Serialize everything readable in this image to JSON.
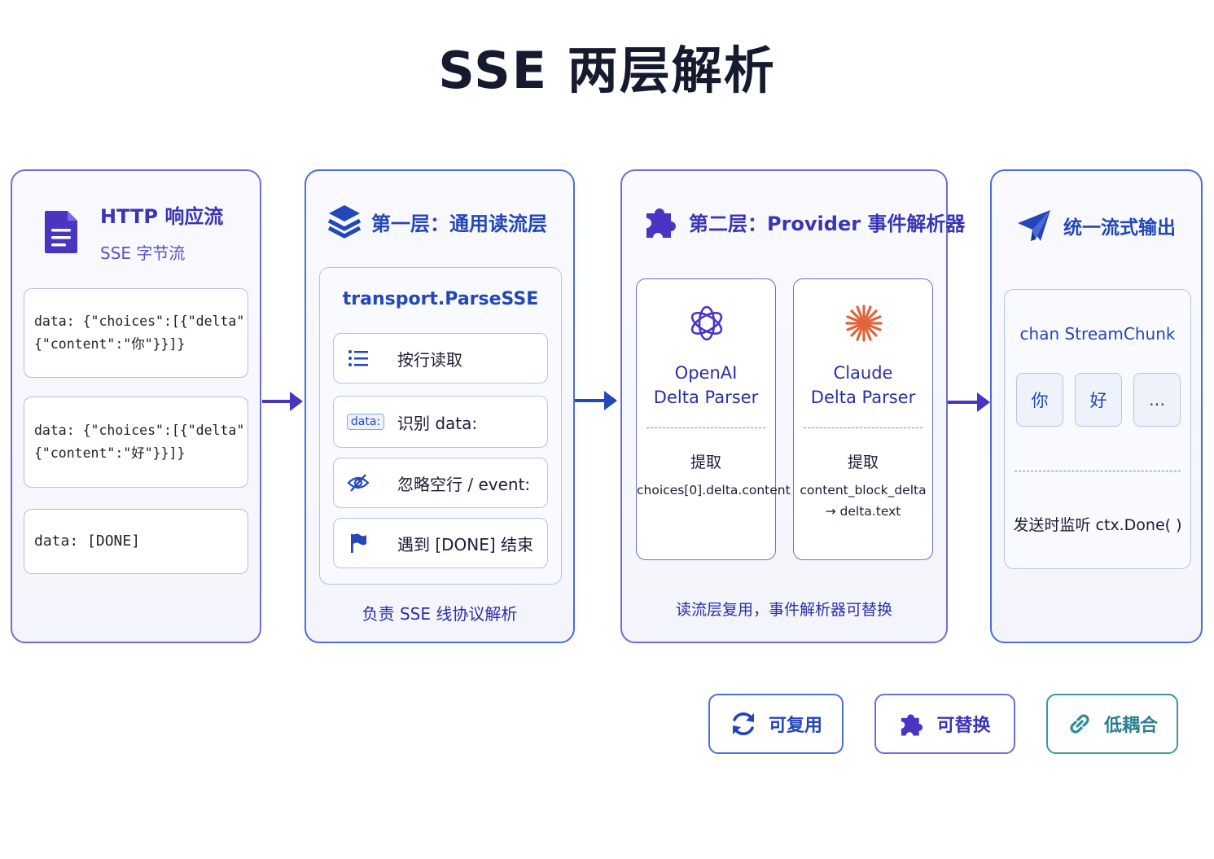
{
  "title": "SSE 两层解析",
  "http": {
    "title": "HTTP 响应流",
    "subtitle": "SSE 字节流",
    "chunks": [
      {
        "line1": "data: {\"choices\":[{\"delta\":",
        "line2": "{\"content\":\"你\"}}]}"
      },
      {
        "line1": "data: {\"choices\":[{\"delta\":",
        "line2": "{\"content\":\"好\"}}]}"
      },
      {
        "line1": "data: [DONE]"
      }
    ]
  },
  "layer1": {
    "title": "第一层：通用读流层",
    "func": "transport.ParseSSE",
    "data_badge": "data:",
    "steps": [
      "按行读取",
      "识别 data:",
      "忽略空行 / event:",
      "遇到 [DONE] 结束"
    ],
    "note": "负责 SSE 线协议解析"
  },
  "layer2": {
    "title": "第二层：Provider 事件解析器",
    "providers": [
      {
        "name1": "OpenAI",
        "name2": "Delta Parser",
        "extract": "提取",
        "field1": "choices[0].delta.content",
        "field2": ""
      },
      {
        "name1": "Claude",
        "name2": "Delta Parser",
        "extract": "提取",
        "field1": "content_block_delta",
        "field2": "→ delta.text"
      }
    ],
    "note": "读流层复用，事件解析器可替换"
  },
  "output": {
    "title": "统一流式输出",
    "channel": "chan StreamChunk",
    "chunks": [
      "你",
      "好",
      "..."
    ],
    "note": "发送时监听 ctx.Done( )"
  },
  "tags": [
    "可复用",
    "可替换",
    "低耦合"
  ],
  "colors": {
    "purple": "#3b35b5",
    "blue": "#2346b8",
    "teal": "#2a8a9a"
  }
}
